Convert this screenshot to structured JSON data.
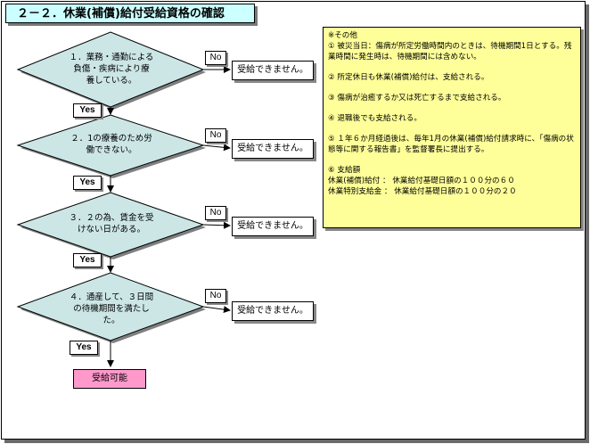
{
  "title": "２－２．休業(補償)給付受給資格の確認",
  "flow": {
    "conditions": [
      "１．業務・通勤による\n負傷・疾病により療\n養している。",
      "２．1の療養のため労\n働できない。",
      "３．２の為、賃金を受\nけない日がある。",
      "４．通産して、３日間\nの待機期間を満たし\nた。"
    ],
    "no_label": "No",
    "yes_label": "Yes",
    "no_result": "受給できません。",
    "final": "受給可能"
  },
  "notes": {
    "heading": "※その他",
    "items": [
      "① 被災当日：傷病が所定労働時間内のときは、待機期間1日とする。残業時間に発生時は、待機期間には含めない。",
      "② 所定休日も休業(補償)給付は、支給される。",
      "③ 傷病が治癒するか又は死亡するまで支給される。",
      "④ 退職後でも支給される。",
      "⑤ １年６か月経過後は、毎年1月の休業(補償)給付請求時に、「傷病の状態等に関する報告書」を監督署長に提出する。",
      "⑥ 支給額"
    ],
    "amounts": [
      "休業(補償)給付 ： 休業給付基礎日額の１００分の６０",
      "休業特別支給金 ： 休業給付基礎日額の１００分の２０"
    ]
  },
  "colors": {
    "diamond_fill": "#cce6e6",
    "title_bg": "#ccffff",
    "note_bg": "#ffff99",
    "final_bg": "#ff99cc"
  }
}
